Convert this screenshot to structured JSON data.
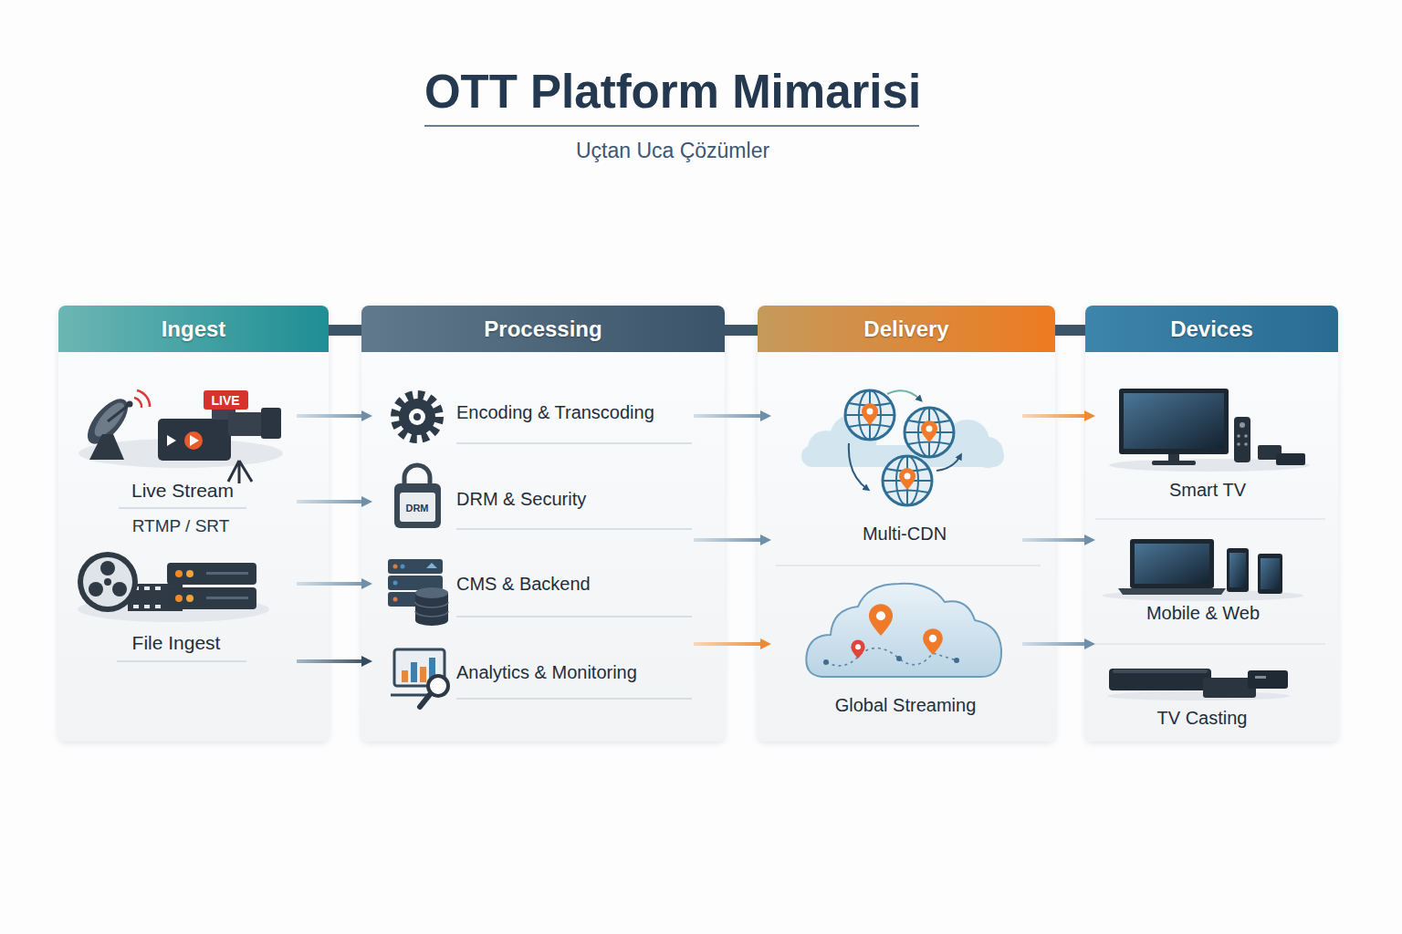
{
  "diagram": {
    "title": "OTT Platform Mimarisi",
    "nodes": [
      {
        "text": [
          "Ingest"
        ]
      },
      {
        "text": [
          "Live Stream",
          "RTMP / SRT"
        ],
        "in": 0
      },
      {
        "text": [
          "File Ingest"
        ],
        "in": 0
      },
      {
        "text": [
          "Processing"
        ]
      },
      {
        "text": [
          "Encoding & Transcoding"
        ],
        "in": 3
      },
      {
        "text": [
          "DRM & Security"
        ],
        "in": 3
      },
      {
        "text": [
          "CMS & Backend"
        ],
        "in": 3
      },
      {
        "text": [
          "Analytics & Monitoring"
        ],
        "in": 3
      },
      {
        "text": [
          "Delivery"
        ]
      },
      {
        "text": [
          "Multi-CDN"
        ],
        "in": 8
      },
      {
        "text": [
          "Global Streaming"
        ],
        "in": 8
      },
      {
        "text": [
          "Devices"
        ]
      },
      {
        "text": [
          "Smart TV"
        ],
        "in": 11
      },
      {
        "text": [
          "Mobile & Web"
        ],
        "in": 11
      },
      {
        "text": [
          "TV Casting"
        ],
        "in": 11
      }
    ],
    "edges": [
      {
        "from": 0,
        "to": 3,
        "arrow": "none"
      },
      {
        "from": 3,
        "to": 8,
        "arrow": "none"
      },
      {
        "from": 8,
        "to": 11,
        "arrow": "none"
      },
      {
        "from": 1,
        "to": 4,
        "arrow": "to"
      },
      {
        "from": 1,
        "to": 5,
        "arrow": "to"
      },
      {
        "from": 2,
        "to": 6,
        "arrow": "to"
      },
      {
        "from": 2,
        "to": 7,
        "arrow": "to"
      },
      {
        "from": 4,
        "to": 9,
        "arrow": "to"
      },
      {
        "from": 5,
        "to": 9,
        "arrow": "to"
      },
      {
        "from": 7,
        "to": 10,
        "arrow": "to"
      },
      {
        "from": 9,
        "to": 12,
        "arrow": "to"
      },
      {
        "from": 9,
        "to": 13,
        "arrow": "to"
      },
      {
        "from": 10,
        "to": 14,
        "arrow": "to"
      }
    ],
    "labels": [
      "Uçtan Uca Çözümler",
      "LIVE",
      "DRM"
    ]
  }
}
